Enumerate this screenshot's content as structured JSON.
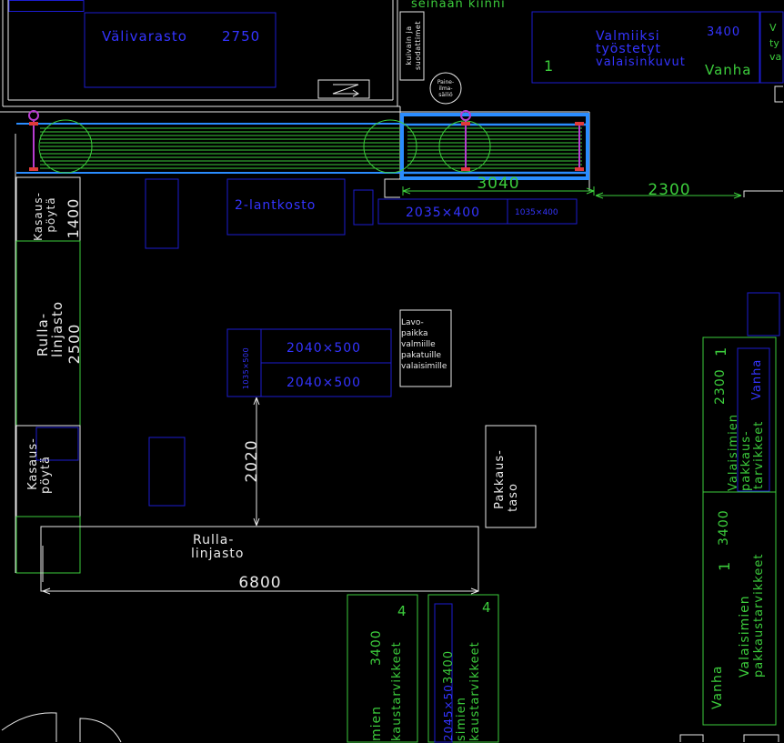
{
  "colors": {
    "background": "#000000",
    "outline_blue": "#1c1cd0",
    "text_blue": "#3434ff",
    "green": "#3ccd3c",
    "white": "#e8e8e8",
    "conveyor_blue": "#2a8cff",
    "magenta": "#b83cd0",
    "red": "#e03a3a"
  },
  "wall_note": "seinään kiinni",
  "intermediate_storage": {
    "label": "Välivarasto",
    "size": "2750"
  },
  "dryer": {
    "line1": "kuivain ja",
    "line2": "suodattimet"
  },
  "air_tank": {
    "line1": "Paine-",
    "line2": "ilma-",
    "line3": "säiliö"
  },
  "finished_shades": {
    "line1": "Valmiiksi",
    "line2": "työstetyt",
    "line3": "valaisinkuvut",
    "size": "3400",
    "number": "1",
    "status": "Vanha"
  },
  "edge_box": {
    "line1": "V",
    "line2": "ty",
    "line3": "va"
  },
  "conveyor": {
    "length": "3040",
    "clearance": "2300"
  },
  "pallet_rack": {
    "label": "2-lantkosto"
  },
  "upper_tables": {
    "large": "2035×400",
    "small": "1035×400"
  },
  "stacking_table_upper": {
    "line1": "Kasaus-",
    "line2": "pöytä",
    "size": "1400"
  },
  "roller_line_vertical": {
    "line1": "Rulla-",
    "line2": "linjasto",
    "size": "2500"
  },
  "stacking_table_lower": {
    "line1": "Kasaus-",
    "line2": "pöytä"
  },
  "center_tables": {
    "small": "1035×500",
    "upper": "2040×500",
    "lower": "2040×500"
  },
  "pallet_place": {
    "line1": "Lavo-",
    "line2": "paikka",
    "line3": "valmiille",
    "line4": "pakatuille",
    "line5": "valaisimille"
  },
  "aisle": {
    "size": "2020"
  },
  "packing_table": {
    "line1": "Pakkaus-",
    "line2": "taso"
  },
  "roller_line_horizontal": {
    "line1": "Rulla-",
    "line2": "linjasto",
    "size": "6800"
  },
  "shelf_right_upper": {
    "size": "2300",
    "number": "1",
    "line1": "Valaisimien",
    "line2": "pakkaus-",
    "line3": "tarvikkeet",
    "status": "Vanha"
  },
  "shelf_right_lower": {
    "size": "3400",
    "number": "1",
    "line1": "Valaisimien",
    "line2": "pakkaustarvikkeet",
    "status": "Vanha"
  },
  "shelf_bottom_left": {
    "number": "4",
    "size": "3400",
    "line1": "mien",
    "line2": "kaustarvikkeet"
  },
  "shelf_bottom_right": {
    "number": "4",
    "size": "3400",
    "dims": "2045×50",
    "line1": "simien",
    "line2": "kaustarvikkeet"
  }
}
